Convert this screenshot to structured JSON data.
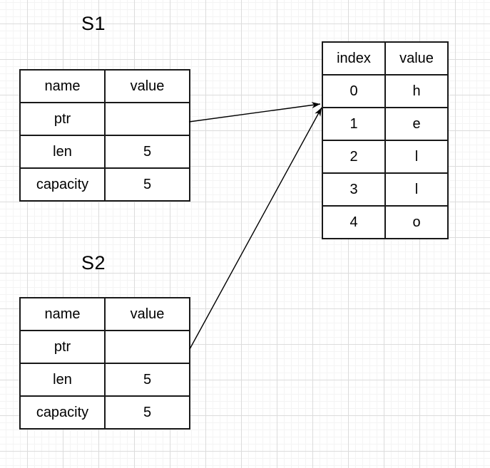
{
  "colors": {
    "background": "#ffffff",
    "grid_minor": "#f4f4f4",
    "grid_major": "#dcdcdc",
    "table_border": "#191919",
    "text": "#000000",
    "arrow": "#000000"
  },
  "s1": {
    "title": "S1",
    "headers": [
      "name",
      "value"
    ],
    "rows": [
      [
        "ptr",
        ""
      ],
      [
        "len",
        "5"
      ],
      [
        "capacity",
        "5"
      ]
    ]
  },
  "s2": {
    "title": "S2",
    "headers": [
      "name",
      "value"
    ],
    "rows": [
      [
        "ptr",
        ""
      ],
      [
        "len",
        "5"
      ],
      [
        "capacity",
        "5"
      ]
    ]
  },
  "heap": {
    "headers": [
      "index",
      "value"
    ],
    "rows": [
      [
        "0",
        "h"
      ],
      [
        "1",
        "e"
      ],
      [
        "2",
        "l"
      ],
      [
        "3",
        "l"
      ],
      [
        "4",
        "o"
      ]
    ]
  },
  "arrows": [
    {
      "from": "s1.ptr",
      "to": "heap.row-0"
    },
    {
      "from": "s2.ptr",
      "to": "heap.row-0"
    }
  ]
}
